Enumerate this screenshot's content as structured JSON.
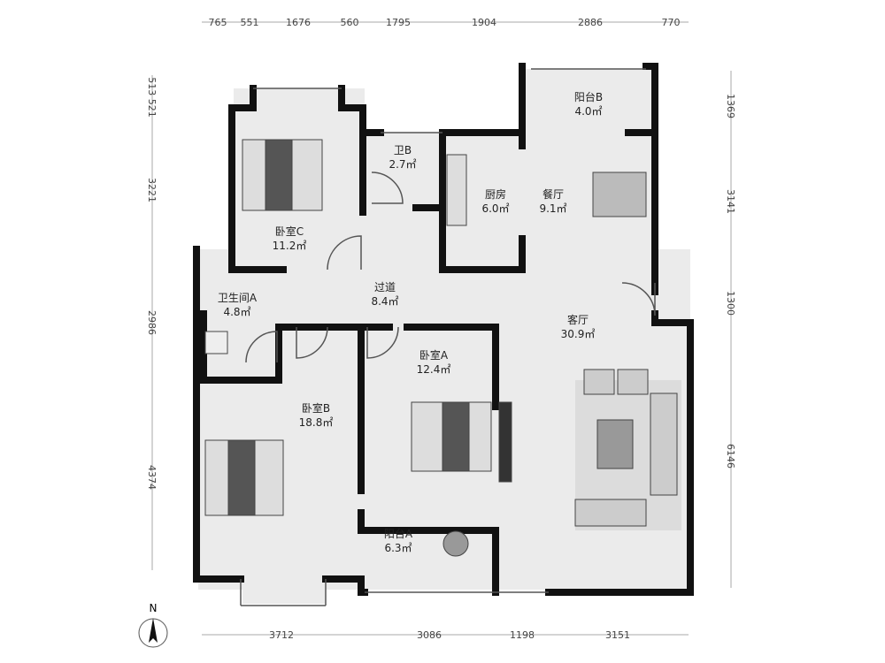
{
  "dimensions": {
    "top": [
      "765",
      "551",
      "1676",
      "560",
      "1795",
      "1904",
      "2886",
      "770"
    ],
    "bottom": [
      "3712",
      "3086",
      "1198",
      "3151"
    ],
    "left": [
      "513 521",
      "3221",
      "2986",
      "4374"
    ],
    "right": [
      "1369",
      "3141",
      "1300",
      "6146"
    ]
  },
  "compass": "N",
  "rooms": [
    {
      "name": "阳台B",
      "area": "4.0㎡"
    },
    {
      "name": "卫B",
      "area": "2.7㎡"
    },
    {
      "name": "厨房",
      "area": "6.0㎡"
    },
    {
      "name": "餐厅",
      "area": "9.1㎡"
    },
    {
      "name": "卧室C",
      "area": "11.2㎡"
    },
    {
      "name": "卫生间A",
      "area": "4.8㎡"
    },
    {
      "name": "过道",
      "area": "8.4㎡"
    },
    {
      "name": "客厅",
      "area": "30.9㎡"
    },
    {
      "name": "卧室A",
      "area": "12.4㎡"
    },
    {
      "name": "卧室B",
      "area": "18.8㎡"
    },
    {
      "name": "阳台A",
      "area": "6.3㎡"
    }
  ]
}
